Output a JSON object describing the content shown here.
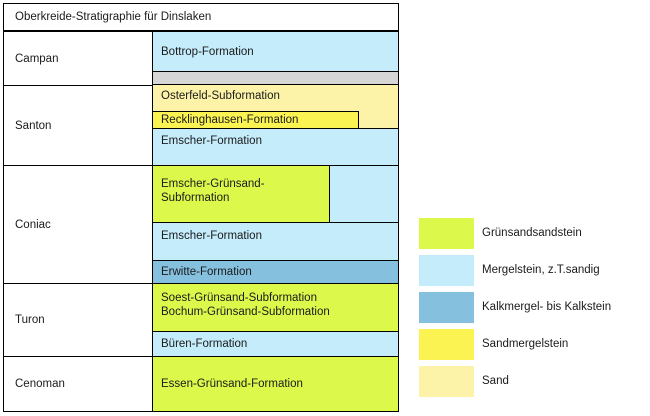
{
  "colors": {
    "gruensandstein": "#dcf94b",
    "mergelstein_sandig": "#c5ecfb",
    "kalkmergel_kalkstein": "#85c1de",
    "sandmergelstein": "#fbf351",
    "sand": "#fcf3a8",
    "grey_band": "#d6d6d6",
    "white": "#ffffff",
    "border": "#000000"
  },
  "table": {
    "title": "Oberkreide-Stratigraphie für Dinslaken",
    "stages": [
      {
        "label": "Campan"
      },
      {
        "label": "Santon"
      },
      {
        "label": "Coniac"
      },
      {
        "label": "Turon"
      },
      {
        "label": "Cenoman"
      }
    ],
    "units": [
      {
        "label": "Bottrop-Formation",
        "lithology": "Mergelstein, z.T.sandig"
      },
      {
        "label": "",
        "lithology": "Lücke"
      },
      {
        "label": "Osterfeld-Subformation",
        "lithology": "Sand"
      },
      {
        "label": "Recklinghausen-Formation",
        "lithology": "Sandmergelstein"
      },
      {
        "label": "Emscher-Formation",
        "lithology": "Mergelstein, z.T.sandig"
      },
      {
        "label": "Emscher-Grünsand-\nSubformation",
        "lithology": "Grünsandsandstein"
      },
      {
        "label": "Emscher-Formation",
        "lithology": "Mergelstein, z.T.sandig"
      },
      {
        "label": "Erwitte-Formation",
        "lithology": "Kalkmergel- bis Kalkstein"
      },
      {
        "label": "Soest-Grünsand-Subformation\nBochum-Grünsand-Subformation",
        "lithology": "Grünsandsandstein"
      },
      {
        "label": "Büren-Formation",
        "lithology": "Mergelstein, z.T.sandig"
      },
      {
        "label": "Essen-Grünsand-Formation",
        "lithology": "Grünsandsandstein"
      }
    ]
  },
  "legend": {
    "items": [
      {
        "label": "Grünsandsandstein",
        "color": "#dcf94b"
      },
      {
        "label": "Mergelstein, z.T.sandig",
        "color": "#c5ecfb"
      },
      {
        "label": "Kalkmergel- bis Kalkstein",
        "color": "#85c1de"
      },
      {
        "label": "Sandmergelstein",
        "color": "#fbf351"
      },
      {
        "label": "Sand",
        "color": "#fcf3a8"
      }
    ]
  }
}
